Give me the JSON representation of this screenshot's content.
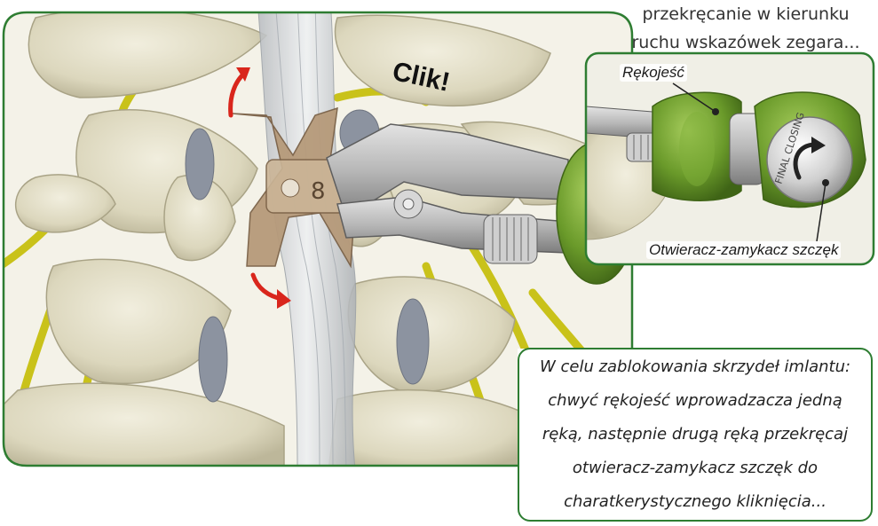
{
  "caption_top": {
    "line1": "przekręcanie w kierunku",
    "line2": "ruchu wskazówek zegara..."
  },
  "sound_label": "Clik!",
  "inset": {
    "handle_label": "Rękojeść",
    "jaw_knob_label": "Otwieracz-zamykacz szczęk",
    "knob_text": "FINAL CLOSING"
  },
  "implant_mark": "8",
  "instruction": {
    "line1": "W celu zablokowania skrzydeł imlantu:",
    "line2": "chwyć rękojeść wprowadzacza jedną",
    "line3": "ręką, następnie drugą ręką przekręcaj",
    "line4": "otwieracz-zamykacz szczęk do",
    "line5": "charatkerystycznego kliknięcia..."
  },
  "colors": {
    "frame_green": "#2e7d32",
    "bone": "#e6e2cf",
    "nerve": "#c9c21a",
    "implant": "#b69a7a",
    "arrow": "#d9261c",
    "handle_green": "#6a9a2a"
  }
}
